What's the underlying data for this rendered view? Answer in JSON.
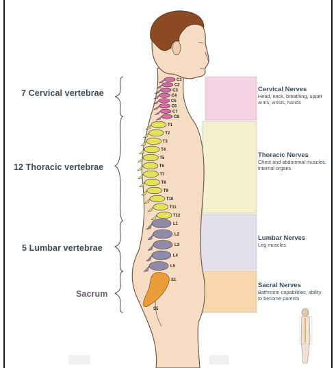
{
  "regions": [
    {
      "key": "cervical",
      "label": "7 Cervical vertebrae"
    },
    {
      "key": "thoracic",
      "label": "12 Thoracic vertebrae"
    },
    {
      "key": "lumbar",
      "label": "5 Lumbar vertebrae"
    },
    {
      "key": "sacrum",
      "label": "Sacrum"
    }
  ],
  "panels": [
    {
      "key": "cervical",
      "title": "Cervical Nerves",
      "desc": "Head, neck, breathing, upper arms, wrists, hands",
      "color": "#f6d3e3"
    },
    {
      "key": "thoracic",
      "title": "Thoracic Nerves",
      "desc": "Chest and abdominal muscles, internal organs",
      "color": "#f5f1cf"
    },
    {
      "key": "lumbar",
      "title": "Lumbar Nerves",
      "desc": "Leg muscles",
      "color": "#e3dfe8"
    },
    {
      "key": "sacral",
      "title": "Sacral Nerves",
      "desc": "Bathroom capabilities, ability to become parents",
      "color": "#f8d7ac"
    }
  ],
  "vertebrae_labels": {
    "cervical": [
      "C1",
      "C2",
      "C3",
      "C4",
      "C5",
      "C6",
      "C7",
      "C8"
    ],
    "thoracic": [
      "T1",
      "T2",
      "T3",
      "T4",
      "T5",
      "T6",
      "T7",
      "T8",
      "T9",
      "T10",
      "T11",
      "T12"
    ],
    "lumbar": [
      "L1",
      "L2",
      "L3",
      "L4",
      "L5"
    ],
    "sacral": [
      "S1",
      "S5"
    ]
  },
  "colors": {
    "skin": "#f6dcc3",
    "skin_outline": "#6e5a4c",
    "hair": "#8b4a23",
    "cervical_bone": "#d96aa8",
    "thoracic_bone": "#e2e35a",
    "lumbar_bone": "#8f8aa8",
    "sacrum_bone": "#ec9c3a",
    "label_text": "#3c4b5a"
  }
}
